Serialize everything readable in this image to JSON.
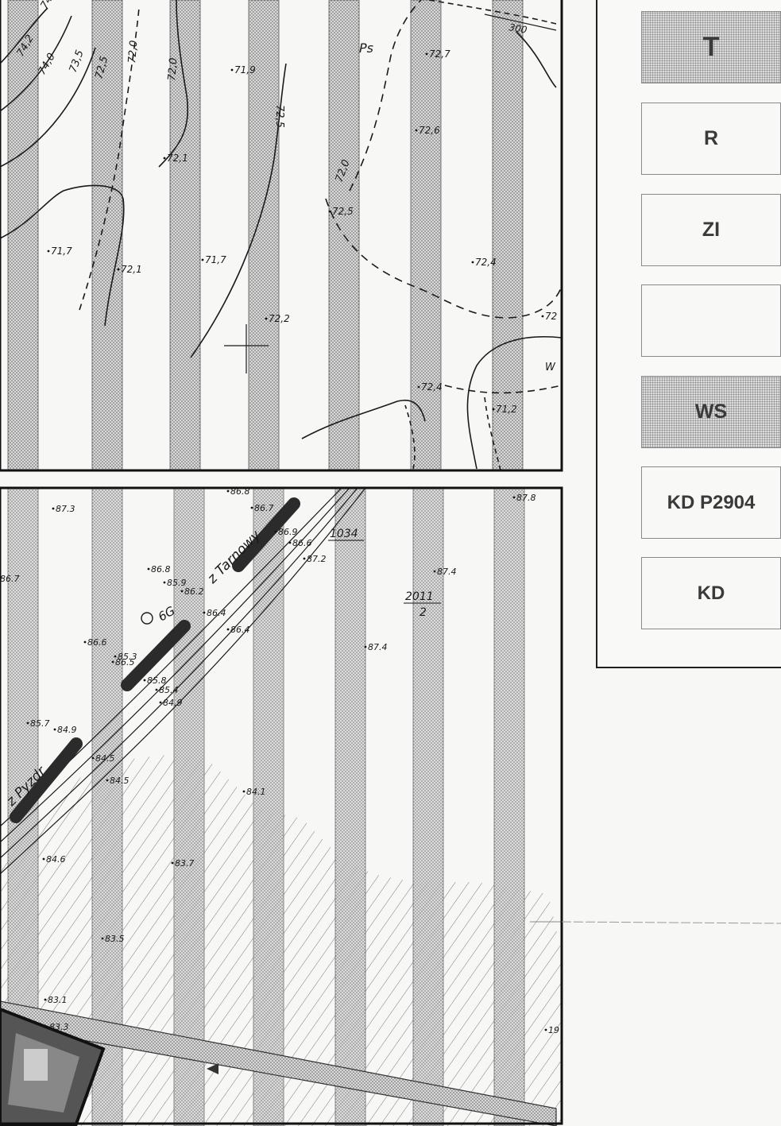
{
  "legend": {
    "items": [
      {
        "code": "T",
        "style": "dotted"
      },
      {
        "code": "R",
        "style": "plain"
      },
      {
        "code": "ZI",
        "style": "plain"
      },
      {
        "code": "",
        "style": "plain"
      },
      {
        "code": "WS",
        "style": "dotted"
      },
      {
        "code": "KD P2904",
        "style": "plain"
      },
      {
        "code": "KD",
        "style": "plain"
      }
    ]
  },
  "top_map": {
    "contour_labels": [
      "74,0",
      "74,2",
      "74,0",
      "73,5",
      "72,5",
      "72,0",
      "72,0",
      "72,5",
      "72,0"
    ],
    "spot_heights": [
      "71,9",
      "72,7",
      "72,6",
      "72,1",
      "71,7",
      "72,1",
      "71,7",
      "72,2",
      "72,5",
      "72,4",
      "72,4",
      "71,2",
      "72"
    ],
    "labels": [
      "Ps",
      "W"
    ],
    "corner_label": "300"
  },
  "bottom_map": {
    "road_labels": [
      "z Tarnowy",
      "z Pyzdr"
    ],
    "parcel_labels": [
      "1034",
      "2011",
      "2"
    ],
    "road_code": "6G",
    "spot_heights": [
      "87.3",
      "86.7",
      "87.8",
      "87.4",
      "87.4",
      "86.8",
      "87.2",
      "86.6",
      "86.9",
      "86.7",
      "86.4",
      "86.8",
      "85.9",
      "86.2",
      "86.4",
      "86.6",
      "86.5",
      "85.3",
      "85.8",
      "85.4",
      "84.9",
      "85.7",
      "84.9",
      "84.5",
      "84.5",
      "84.1",
      "84.6",
      "83.7",
      "83.5",
      "83.1",
      "83.3",
      "19"
    ]
  }
}
